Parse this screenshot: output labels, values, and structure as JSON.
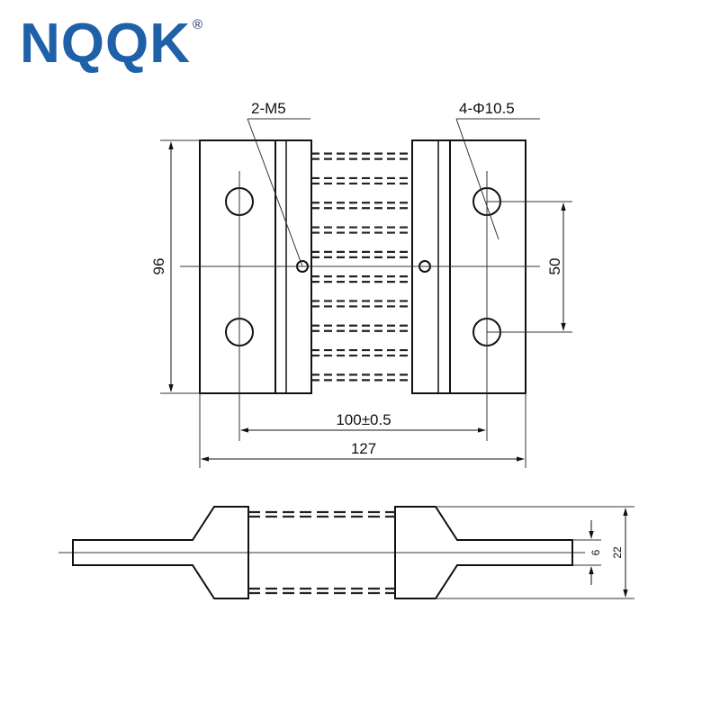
{
  "logo": {
    "text": "NQQK",
    "registered_mark": "®",
    "color": "#1e61a9"
  },
  "colors": {
    "line": "#111111",
    "thin": "#333333"
  },
  "top_view": {
    "labels": {
      "screw_holes": "2-M5",
      "mount_holes": "4-Φ10.5",
      "height": "96",
      "hole_spacing_vertical": "50",
      "hole_spacing_horizontal": "100±0.5",
      "overall_length": "127"
    },
    "manganin_strip_count": 10
  },
  "side_view": {
    "labels": {
      "terminal_thickness": "6",
      "body_thickness": "22"
    }
  }
}
